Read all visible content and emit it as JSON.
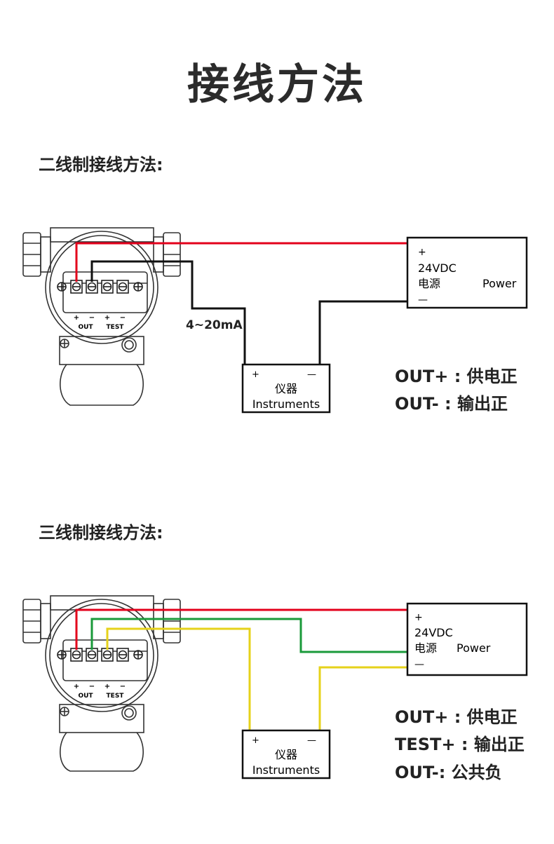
{
  "title": "接线方法",
  "two_wire": {
    "heading": "二线制接线方法:",
    "current_label": "4~20mA",
    "power": {
      "plus": "+",
      "voltage": "24VDC",
      "name_cn": "电源",
      "name_en": "Power",
      "minus": "—"
    },
    "instrument": {
      "plus": "+",
      "minus": "—",
      "name_cn": "仪器",
      "name_en": "Instruments"
    },
    "terminal": {
      "labels": [
        "+",
        "−",
        "+",
        "−"
      ],
      "out": "OUT",
      "test": "TEST"
    },
    "legend": [
      "OUT+ : 供电正",
      "OUT- : 输出正"
    ],
    "wire_colors": {
      "power": "#e3001b",
      "signal": "#111111"
    }
  },
  "three_wire": {
    "heading": "三线制接线方法:",
    "power": {
      "plus": "+",
      "voltage": "24VDC",
      "name_cn": "电源",
      "name_en": "Power",
      "minus": "—"
    },
    "instrument": {
      "plus": "+",
      "minus": "—",
      "name_cn": "仪器",
      "name_en": "Instruments"
    },
    "terminal": {
      "labels": [
        "+",
        "−",
        "+",
        "−"
      ],
      "out": "OUT",
      "test": "TEST"
    },
    "legend": [
      "OUT+ : 供电正",
      "TEST+ : 输出正",
      "OUT-: 公共负"
    ],
    "wire_colors": {
      "supply": "#e3001b",
      "common": "#1a9a3a",
      "output": "#e6d21a"
    }
  }
}
